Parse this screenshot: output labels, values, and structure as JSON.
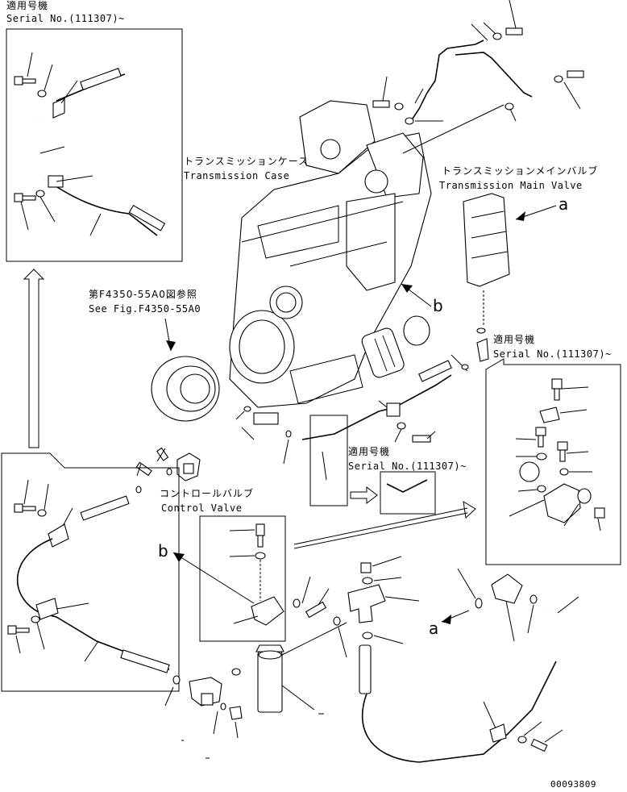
{
  "diagram": {
    "top_left_inset": {
      "applicable_jp": "適用号機",
      "serial": "Serial No.(111307)~"
    },
    "transmission_case": {
      "jp": "トランスミッションケース",
      "en": "Transmission Case"
    },
    "transmission_main_valve": {
      "jp": "トランスミッションメインバルブ",
      "en": "Transmission Main Valve"
    },
    "see_fig": {
      "jp": "第F4350-55A0図参照",
      "en": "See Fig.F4350-55A0"
    },
    "right_inset": {
      "applicable_jp": "適用号機",
      "serial": "Serial No.(111307)~"
    },
    "center_inset": {
      "applicable_jp": "適用号機",
      "serial": "Serial No.(111307)~"
    },
    "control_valve": {
      "jp": "コントロールバルブ",
      "en": "Control Valve"
    },
    "ref_a_main": "a",
    "ref_b_main": "b",
    "ref_b_filter": "b",
    "ref_a_lower": "a",
    "drawing_number": "00093809"
  }
}
